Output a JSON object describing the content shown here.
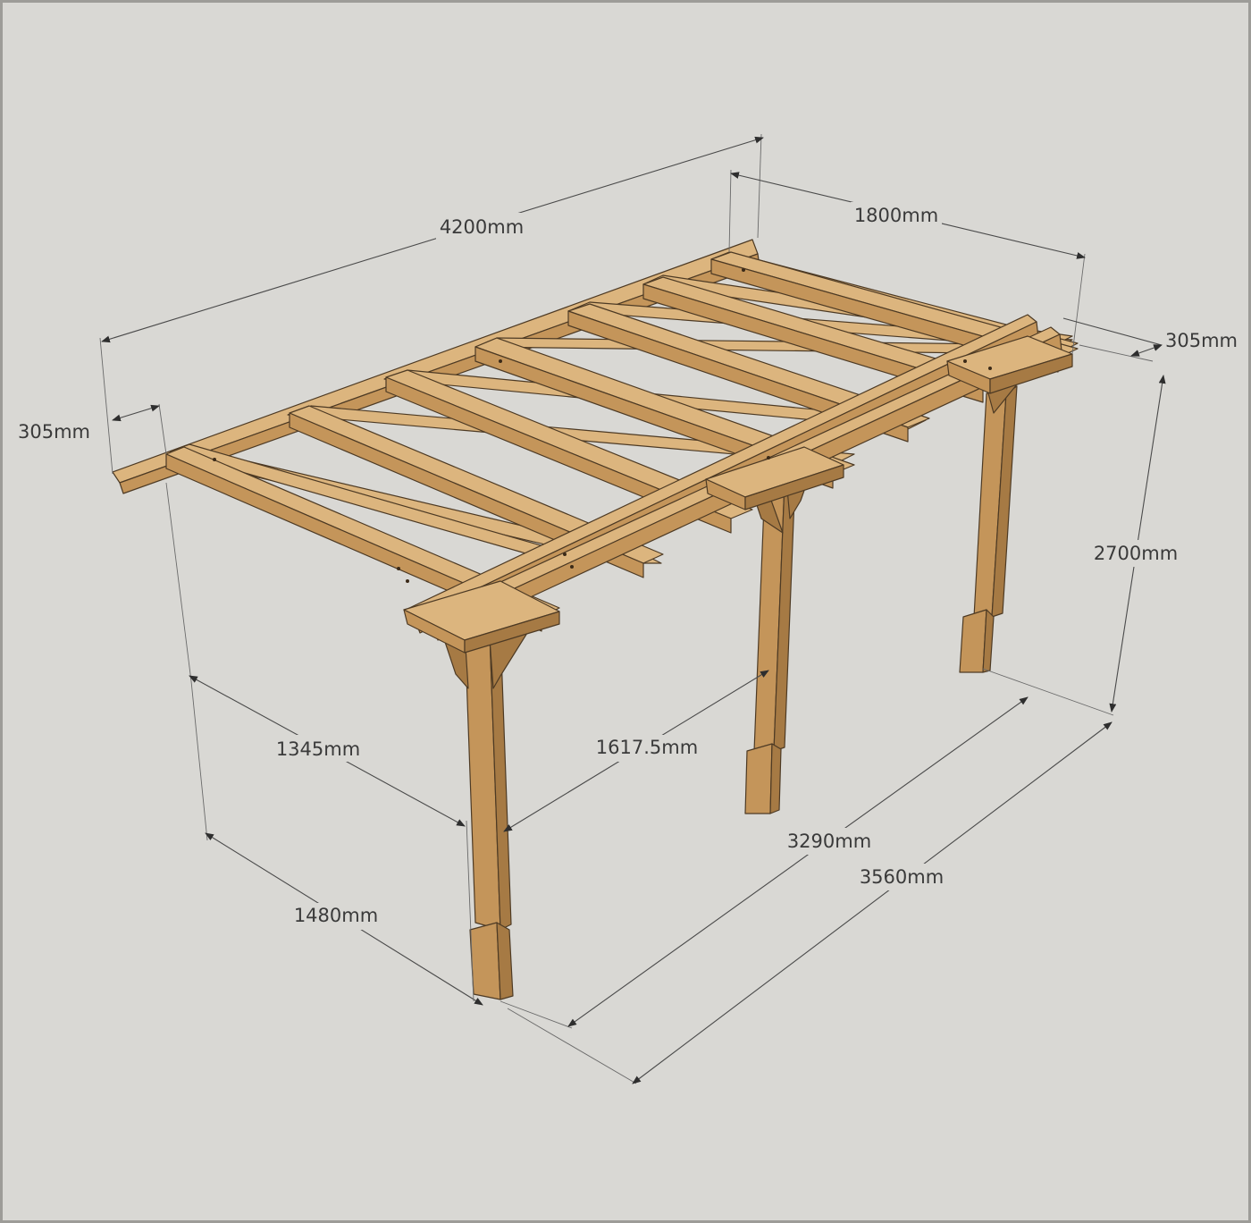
{
  "diagram": {
    "colors": {
      "background": "#d9d8d4",
      "wood_light": "#dcb57e",
      "wood_mid": "#c4955a",
      "wood_dark": "#a67a44",
      "outline": "#4d3a24",
      "dimension_text": "#3a3a3a"
    },
    "dimensions": {
      "overall_length": "4200mm",
      "overall_width": "1800mm",
      "overhang_left": "305mm",
      "overhang_right": "305mm",
      "height": "2700mm",
      "front_post_span_a": "1345mm",
      "front_post_span_b": "1480mm",
      "mid_post_span": "1617.5mm",
      "side_post_span_inner": "3290mm",
      "side_post_span_outer": "3560mm"
    }
  }
}
